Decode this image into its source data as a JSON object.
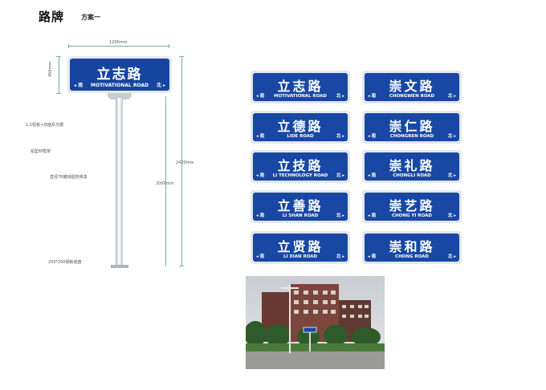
{
  "page": {
    "title": "路牌",
    "subtitle": "方案一"
  },
  "main_sign": {
    "name_cn": "立志路",
    "name_en": "MOTIVATIONAL ROAD",
    "dir_left": "◂ 南",
    "dir_right": "北 ▸"
  },
  "annotations": {
    "width": "1200mm",
    "sign_height": "450mm",
    "total_height": "2420mm",
    "pole_height": "2000mm",
    "panel": "1.2铝板+双面反光膜",
    "frame": "铝型材框架",
    "pole": "直径76镀锌圆管烤漆",
    "base": "200*200钢板底盘"
  },
  "signs_left": [
    {
      "cn": "立志路",
      "en": "MOTIVATIONAL ROAD"
    },
    {
      "cn": "立德路",
      "en": "LIDE ROAD"
    },
    {
      "cn": "立技路",
      "en": "LI TECHNOLOGY ROAD"
    },
    {
      "cn": "立善路",
      "en": "LI SHAN ROAD"
    },
    {
      "cn": "立贤路",
      "en": "LI XIAN ROAD"
    }
  ],
  "signs_right": [
    {
      "cn": "崇文路",
      "en": "CHONGWEN ROAD"
    },
    {
      "cn": "崇仁路",
      "en": "CHONGREN ROAD"
    },
    {
      "cn": "崇礼路",
      "en": "CHONGLI ROAD"
    },
    {
      "cn": "崇艺路",
      "en": "CHONG YI ROAD"
    },
    {
      "cn": "崇和路",
      "en": "CHONG ROAD"
    }
  ],
  "sign_dir_left": "◂ 南",
  "sign_dir_right": "北 ▸",
  "colors": {
    "sign_blue": "#1848a4",
    "sign_border": "#e3e7ee"
  }
}
